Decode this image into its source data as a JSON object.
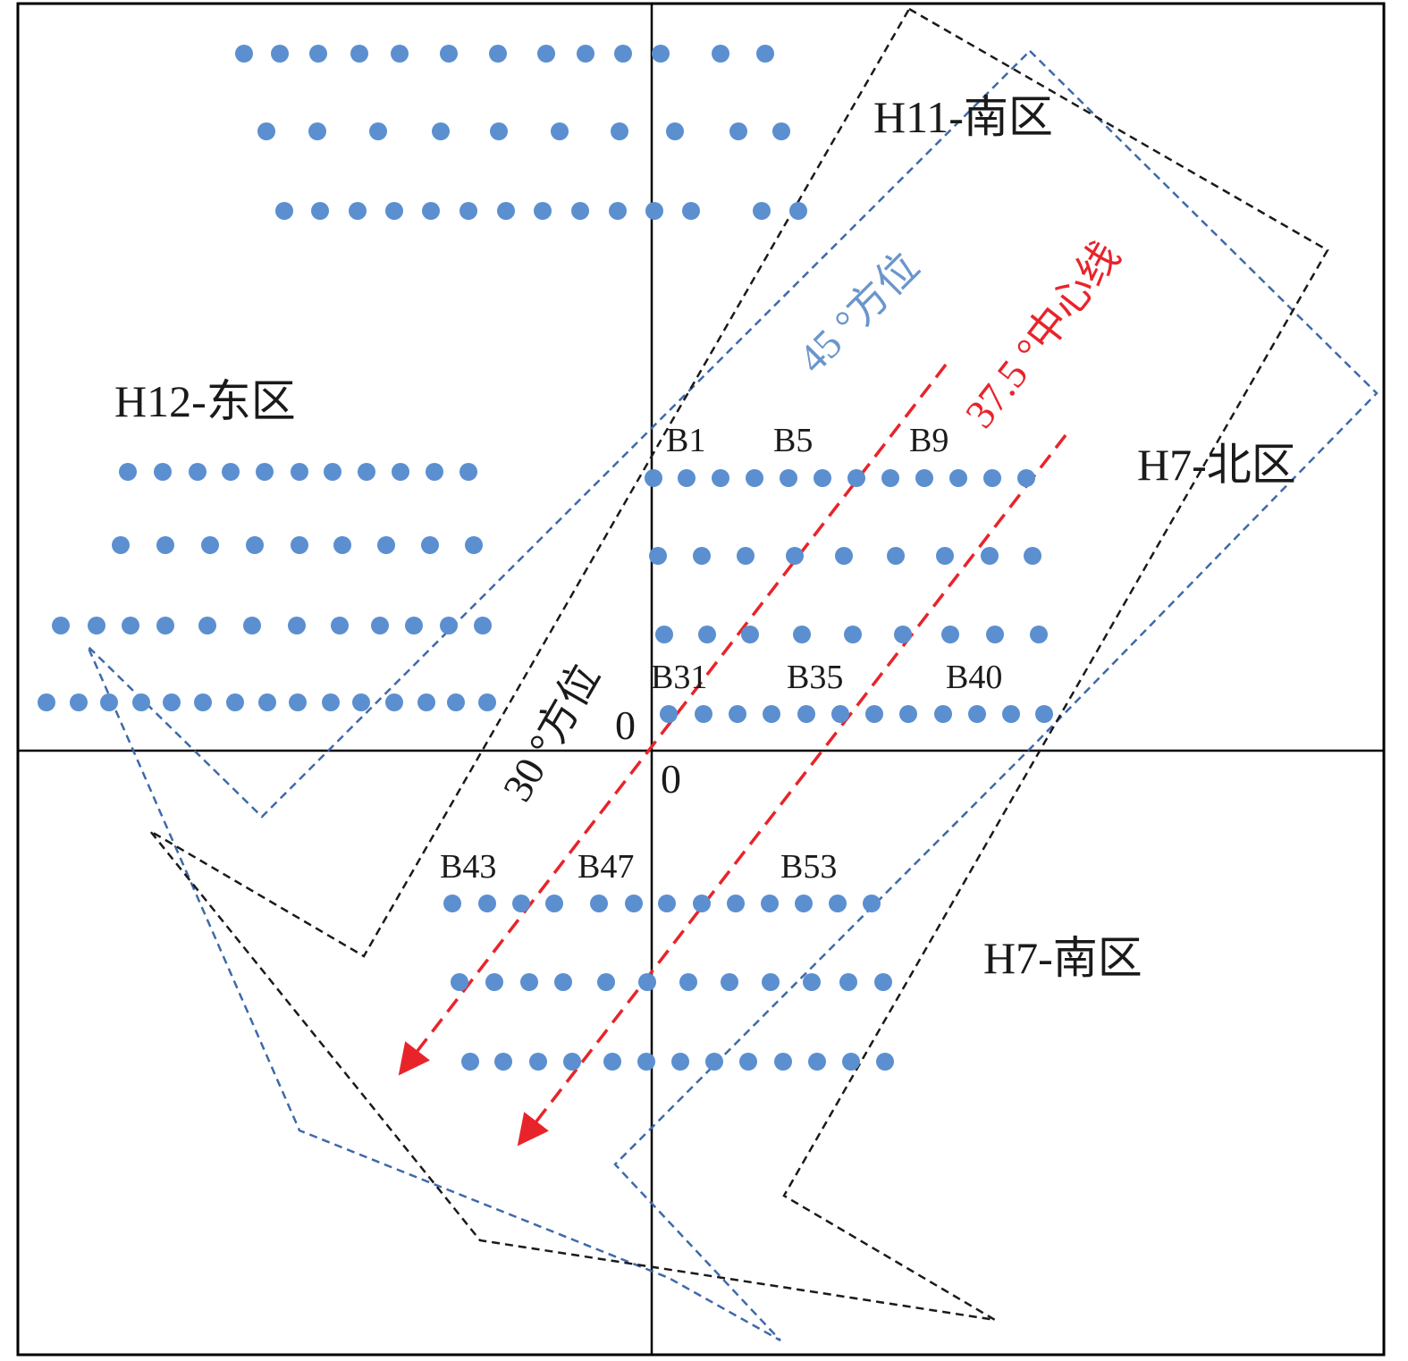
{
  "zones": {
    "h11_south": "H11-南区",
    "h12_east": "H12-东区",
    "h7_north": "H7-北区",
    "h7_south": "H7-南区"
  },
  "angles": {
    "az45": "45 °方位",
    "az30": "30 °方位",
    "centerline": "37.5 °中心线"
  },
  "origin": {
    "y_zero": "0",
    "x_zero": "0"
  },
  "boreholes": {
    "b1": "B1",
    "b5": "B5",
    "b9": "B9",
    "b31": "B31",
    "b35": "B35",
    "b40": "B40",
    "b43": "B43",
    "b47": "B47",
    "b53": "B53"
  },
  "colors": {
    "dot": "#5b8fd0",
    "blue_outline": "#3e69aa",
    "black_outline": "#1a1a1a",
    "centerline": "#e8242a",
    "azimuth45_text": "#6a96cc",
    "frame": "#000000"
  }
}
